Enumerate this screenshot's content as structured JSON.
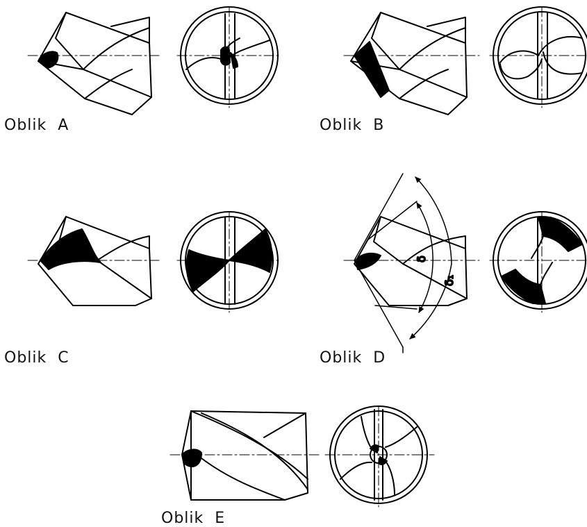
{
  "figures": [
    {
      "id": "A",
      "label": "Oblik  A"
    },
    {
      "id": "B",
      "label": "Oblik  B"
    },
    {
      "id": "C",
      "label": "Oblik  C"
    },
    {
      "id": "D",
      "label": "Oblik  D"
    },
    {
      "id": "E",
      "label": "Oblik  E"
    }
  ],
  "angles": {
    "delta": "δ",
    "delta1": "δ₁"
  }
}
